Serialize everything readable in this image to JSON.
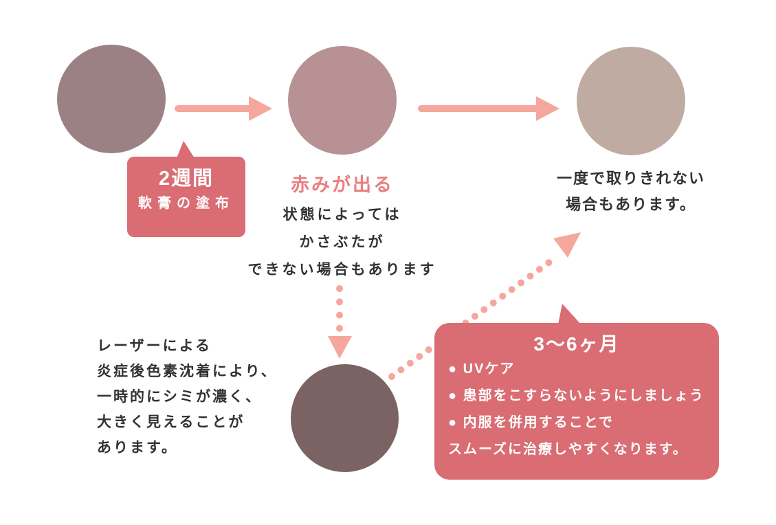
{
  "colors": {
    "background": "#ffffff",
    "callout_bg": "#d96d73",
    "arrow": "#f5a79e",
    "accent_text": "#e87f81",
    "body_text": "#323232",
    "text_on_callout": "#ffffff",
    "circle_stage1": "#9c8184",
    "circle_stage2": "#b79193",
    "circle_stage3": "#c0aba3",
    "circle_stage4": "#7a6362"
  },
  "flow": {
    "callout_2weeks": {
      "title": "2週間",
      "subtitle": "軟膏の塗布"
    },
    "stage2_caption": {
      "heading": "赤みが出る",
      "lines": [
        "状態によっては",
        "かさぶたが",
        "できない場合もあります"
      ]
    },
    "stage3_caption": {
      "lines": [
        "一度で取りきれない",
        "場合もあります。"
      ]
    },
    "pigmentation_note": {
      "lines": [
        "レーザーによる",
        "炎症後色素沈着により、",
        "一時的にシミが濃く、",
        "大きく見えることが",
        "あります。"
      ]
    },
    "callout_3to6months": {
      "title": "3〜6ヶ月",
      "lines": [
        "● UVケア",
        "● 患部をこすらないようにしましょう",
        "● 内服を併用することで",
        "スムーズに治療しやすくなります。"
      ]
    }
  },
  "icons": {
    "arrow_right_1": "solid right arrow",
    "arrow_right_2": "solid right arrow",
    "arrow_down_dotted": "dotted down arrow",
    "arrow_up_right_dotted": "dotted diagonal up-right arrow"
  }
}
